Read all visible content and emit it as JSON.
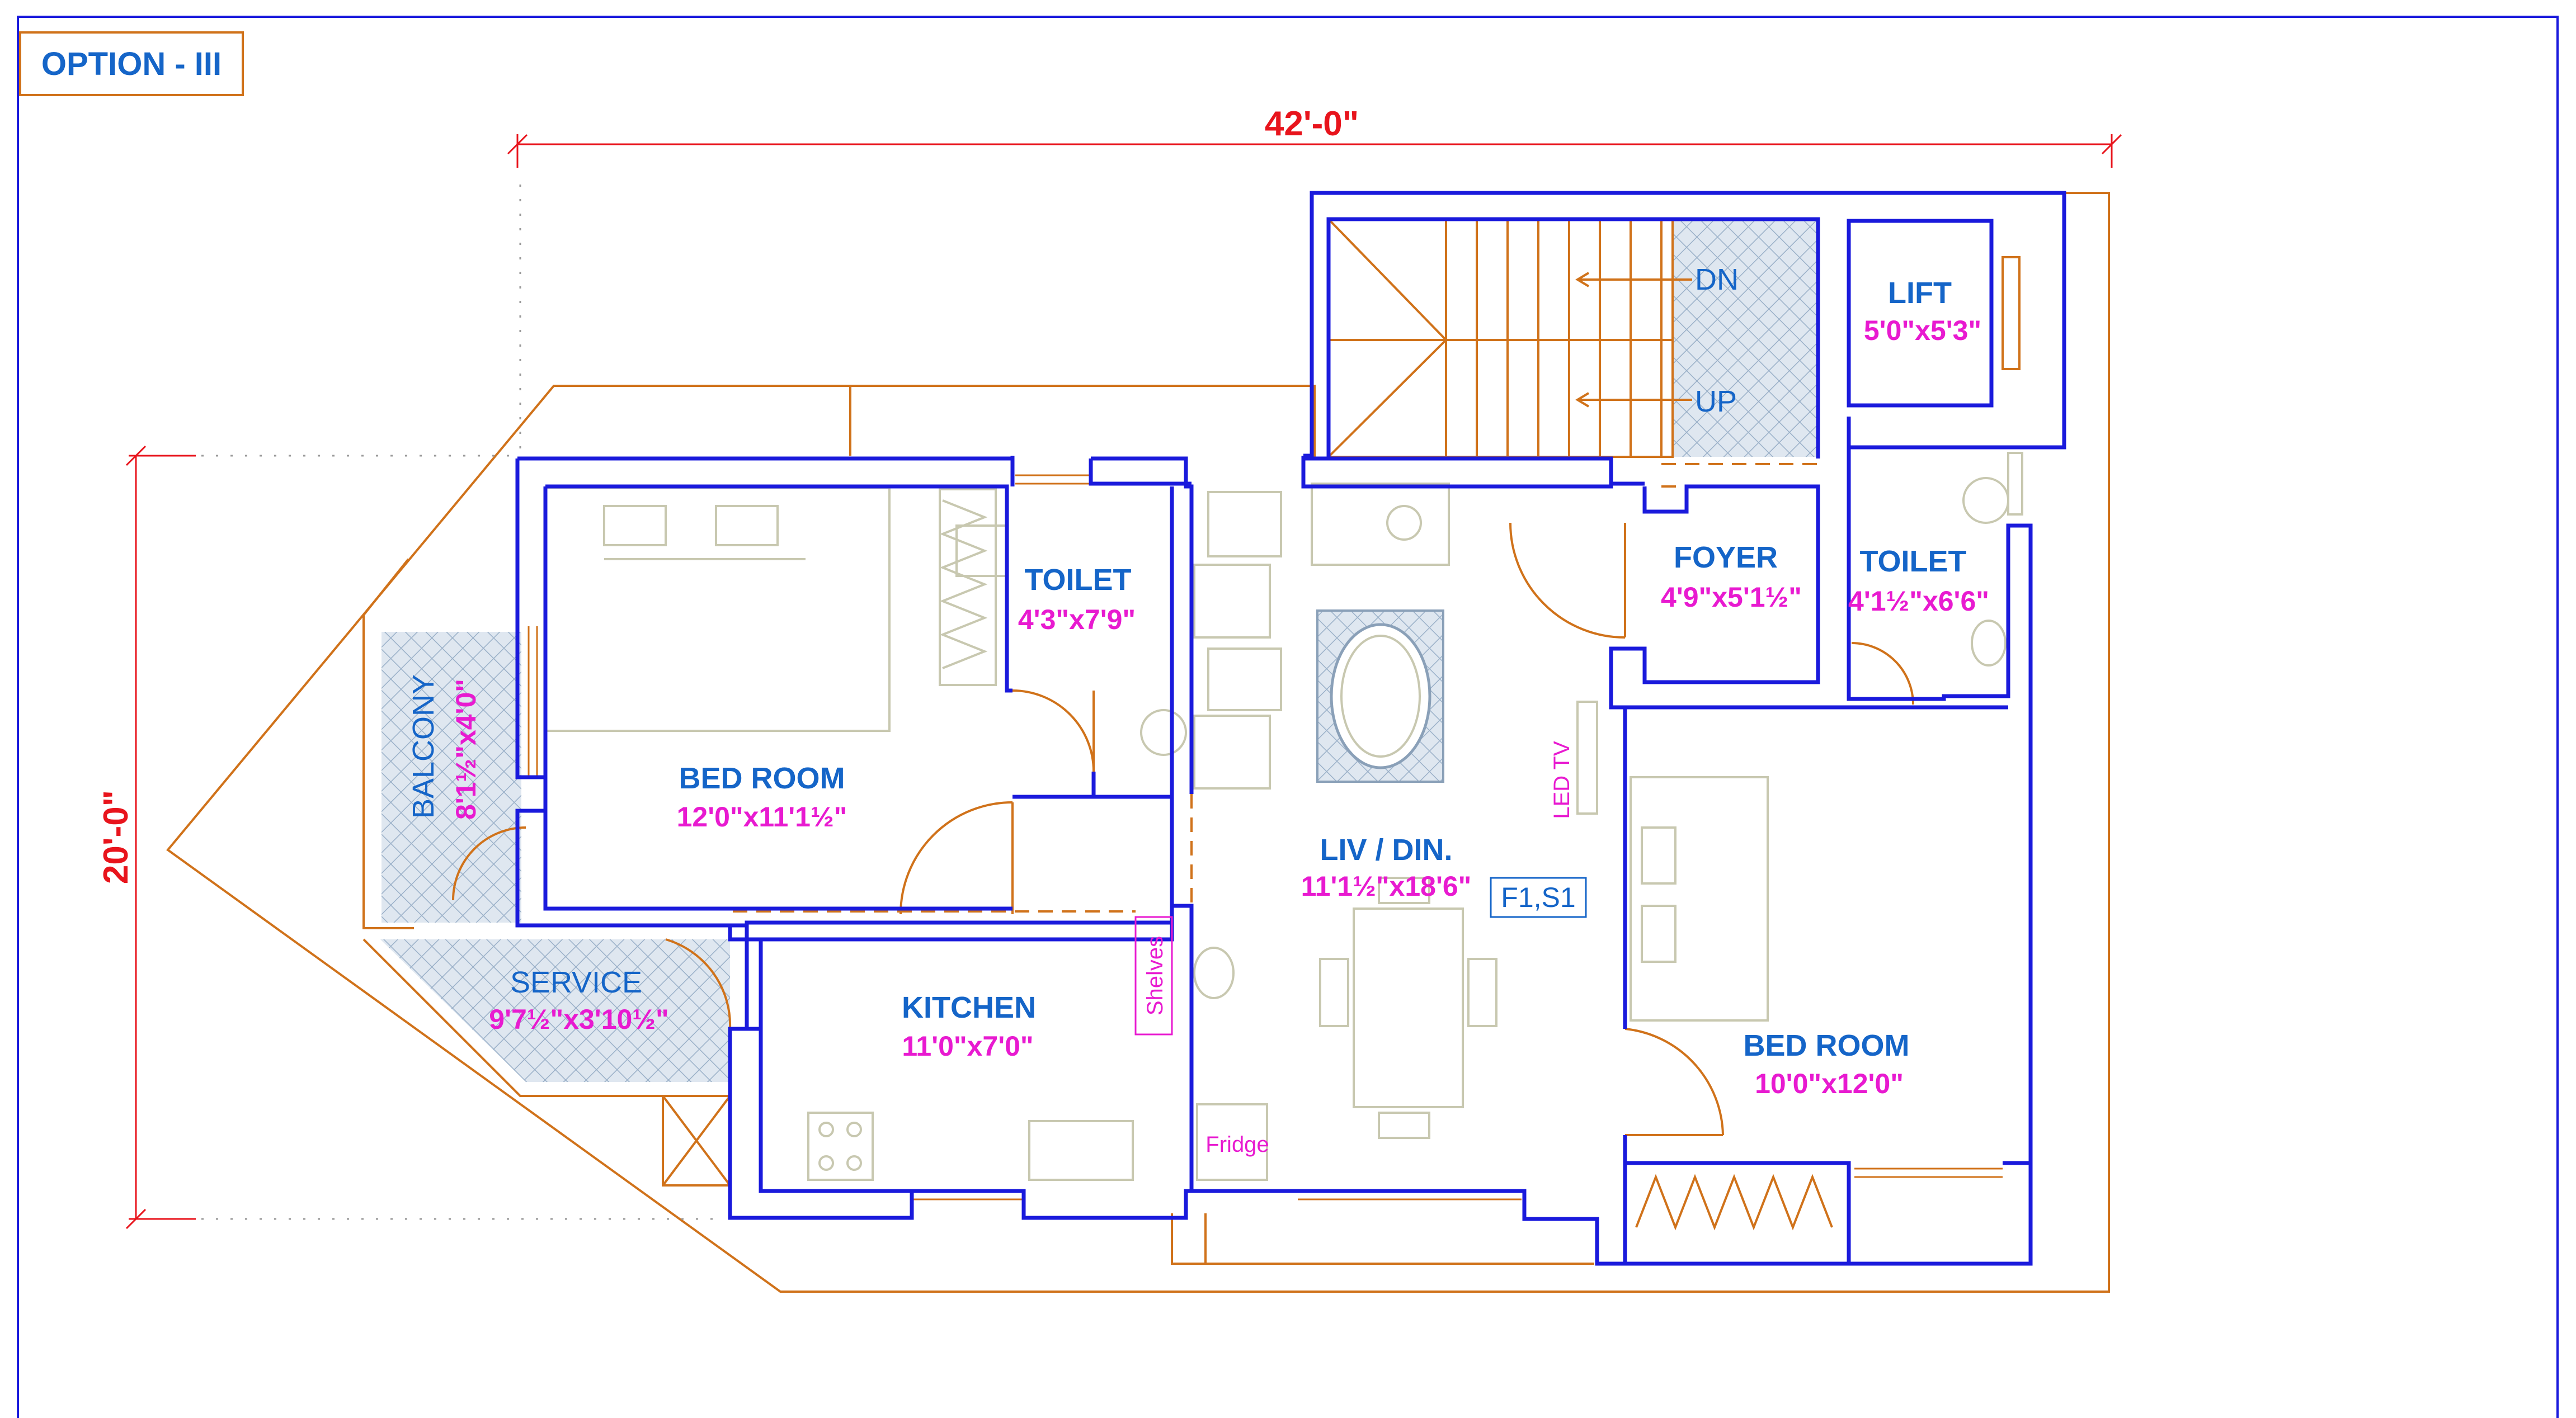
{
  "title": "OPTION - III",
  "dimensions": {
    "width": "42'-0\"",
    "height": "20'-0\""
  },
  "rooms": {
    "lift": {
      "name": "LIFT",
      "size": "5'0\"x5'3\""
    },
    "stair_dn": "DN",
    "stair_up": "UP",
    "toilet1": {
      "name": "TOILET",
      "size": "4'3\"x7'9\""
    },
    "foyer": {
      "name": "FOYER",
      "size": "4'9\"x5'1½\""
    },
    "toilet2": {
      "name": "TOILET",
      "size": "4'1½\"x6'6\""
    },
    "balcony": {
      "name": "BALCONY",
      "size": "8'1½\"x4'0\""
    },
    "bedroom1": {
      "name": "BED ROOM",
      "size": "12'0\"x11'1½\""
    },
    "living": {
      "name": "LIV / DIN.",
      "size": "11'1½\"x18'6\""
    },
    "service": {
      "name": "SERVICE",
      "size": "9'7½\"x3'10½\""
    },
    "kitchen": {
      "name": "KITCHEN",
      "size": "11'0\"x7'0\""
    },
    "bedroom2": {
      "name": "BED ROOM",
      "size": "10'0\"x12'0\""
    }
  },
  "fixtures": {
    "led_tv": "LED TV",
    "shelves": "Shelves",
    "fridge": "Fridge"
  },
  "tag": "F1,S1",
  "colors": {
    "wall": "#1a1adc",
    "outline": "#d0721a",
    "dimension": "#e8141c",
    "room_label": "#1565c8",
    "size_label": "#e81ad0",
    "hatch": "#9ab0c8",
    "furniture": "#c8c8b0"
  }
}
